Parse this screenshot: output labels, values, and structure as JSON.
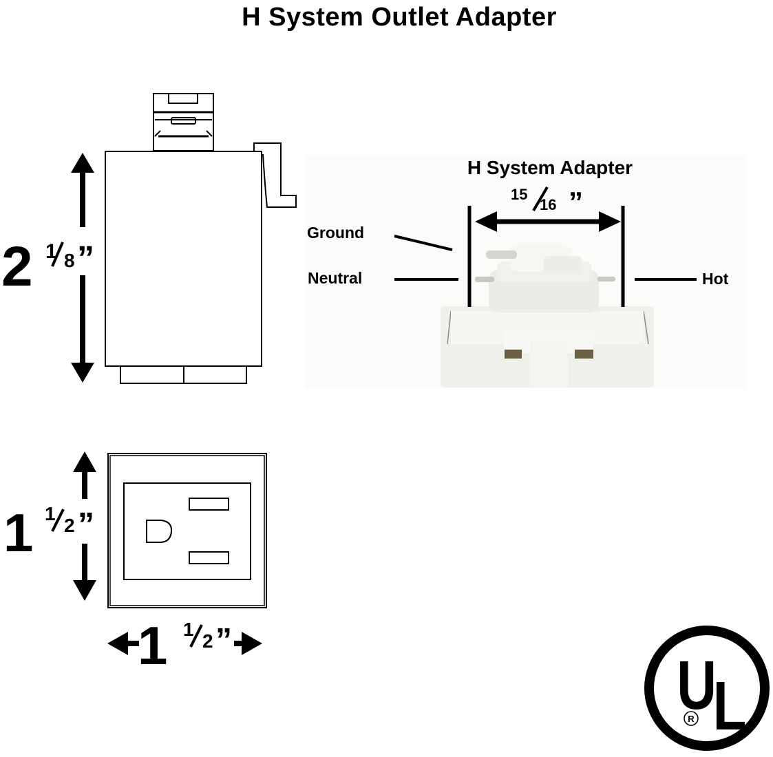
{
  "title": "H System Outlet Adapter",
  "side_view": {
    "height_whole": "2",
    "height_fraction_num": "1",
    "height_fraction_den": "8",
    "inch_mark": "”"
  },
  "front_view": {
    "height_whole": "1",
    "height_fraction_num": "1",
    "height_fraction_den": "2",
    "width_whole": "1",
    "width_fraction_num": "1",
    "width_fraction_den": "2",
    "inch_mark": "”"
  },
  "adapter_photo": {
    "title": "H System Adapter",
    "width_fraction_num": "15",
    "width_fraction_den": "16",
    "inch_mark": "”",
    "labels": {
      "ground": "Ground",
      "neutral": "Neutral",
      "hot": "Hot"
    }
  },
  "certification": {
    "mark_letters_u": "U",
    "mark_letters_l": "L",
    "registered": "R"
  },
  "colors": {
    "ink": "#000000",
    "photo_plastic": "#eef0ea",
    "photo_shadow": "#d8dbd2",
    "contact_metal": "#6b5f45"
  }
}
